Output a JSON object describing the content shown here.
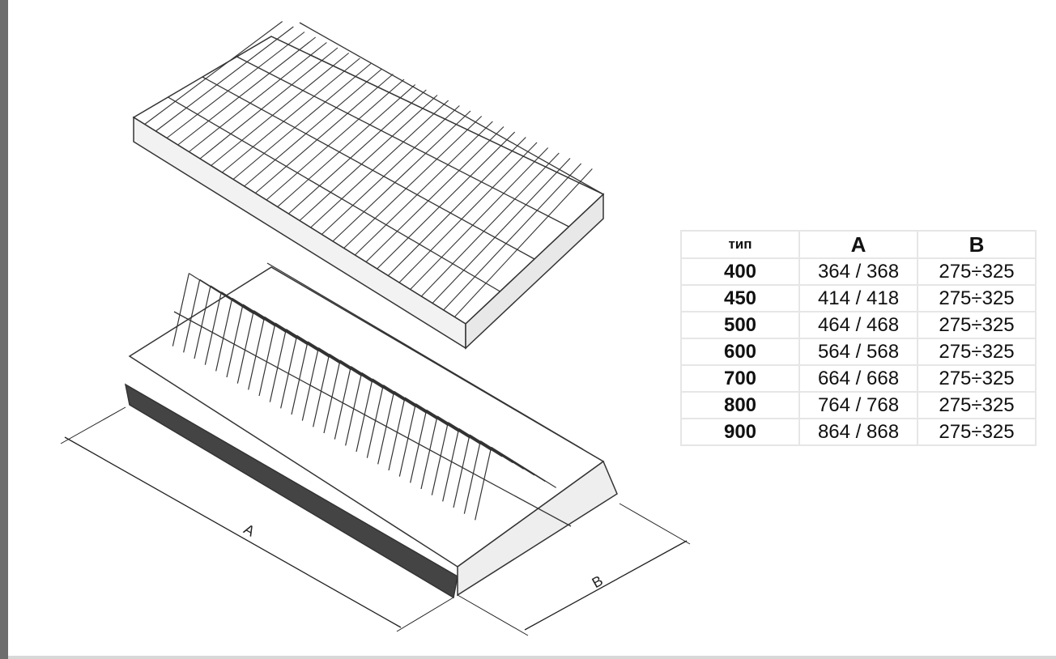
{
  "dimensions": {
    "a_label": "A",
    "b_label": "B"
  },
  "table": {
    "headers": [
      "тип",
      "A",
      "B"
    ],
    "rows": [
      [
        "400",
        "364 / 368",
        "275÷325"
      ],
      [
        "450",
        "414 / 418",
        "275÷325"
      ],
      [
        "500",
        "464 / 468",
        "275÷325"
      ],
      [
        "600",
        "564 / 568",
        "275÷325"
      ],
      [
        "700",
        "664 / 668",
        "275÷325"
      ],
      [
        "800",
        "764 / 768",
        "275÷325"
      ],
      [
        "900",
        "864 / 868",
        "275÷325"
      ]
    ]
  }
}
